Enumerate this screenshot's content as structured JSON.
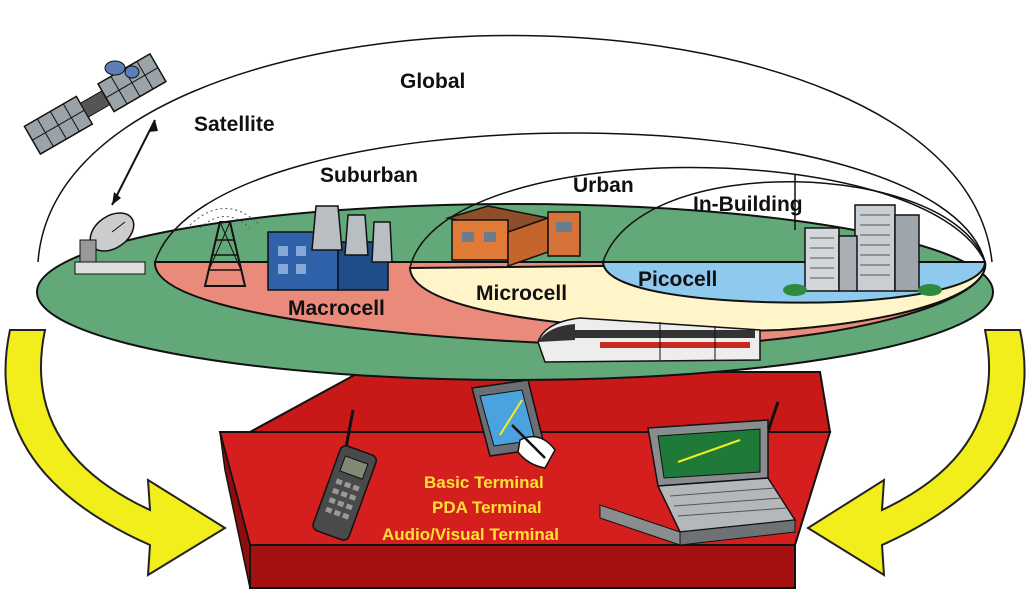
{
  "labels": {
    "global": "Global",
    "satellite": "Satellite",
    "suburban": "Suburban",
    "urban": "Urban",
    "in_building": "In-Building",
    "macrocell": "Macrocell",
    "microcell": "Microcell",
    "picocell": "Picocell"
  },
  "terminals": {
    "basic": "Basic Terminal",
    "pda": "PDA Terminal",
    "av": "Audio/Visual Terminal"
  },
  "colors": {
    "global_zone": "#62A878",
    "macro_zone": "#E98A7A",
    "micro_zone": "#FFF5C8",
    "pico_zone": "#8FC9EE",
    "platform": "#D51F1F",
    "arrow": "#F2EE1C",
    "terminal_text": "#FFE033"
  },
  "icons": {
    "satellite": "satellite-icon",
    "dish": "satellite-dish-icon",
    "tower": "radio-tower-icon",
    "factory": "factory-icon",
    "house": "house-icon",
    "office": "office-building-icon",
    "train": "train-icon",
    "phone": "mobile-phone-icon",
    "pda": "pda-icon",
    "laptop": "laptop-icon"
  }
}
